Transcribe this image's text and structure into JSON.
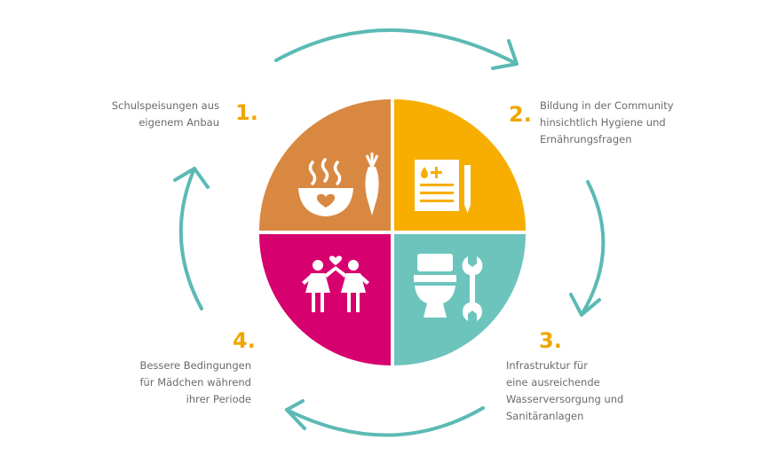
{
  "colors": {
    "arrow": "#5BBAB4",
    "number": "#F0A500",
    "text": "#6b6b6b",
    "q1": "#D98841",
    "q2": "#F7AE00",
    "q3": "#D6006F",
    "q4": "#6CC4BD",
    "icon": "#ffffff"
  },
  "steps": [
    {
      "number": "1.",
      "lines": [
        "Schulspeisungen aus",
        "eigenem Anbau"
      ],
      "icon": "food-bowl-carrot-icon"
    },
    {
      "number": "2.",
      "lines": [
        "Bildung in der Community",
        "hinsichtlich Hygiene und",
        "Ernährungsfragen"
      ],
      "icon": "document-pencil-icon"
    },
    {
      "number": "3.",
      "lines": [
        "Infrastruktur für",
        "eine ausreichende",
        "Wasserversorgung und",
        "Sanitäranlagen"
      ],
      "icon": "toilet-wrench-icon"
    },
    {
      "number": "4.",
      "lines": [
        "Bessere Bedingungen",
        "für Mädchen während",
        "ihrer Periode"
      ],
      "icon": "girls-heart-icon"
    }
  ]
}
